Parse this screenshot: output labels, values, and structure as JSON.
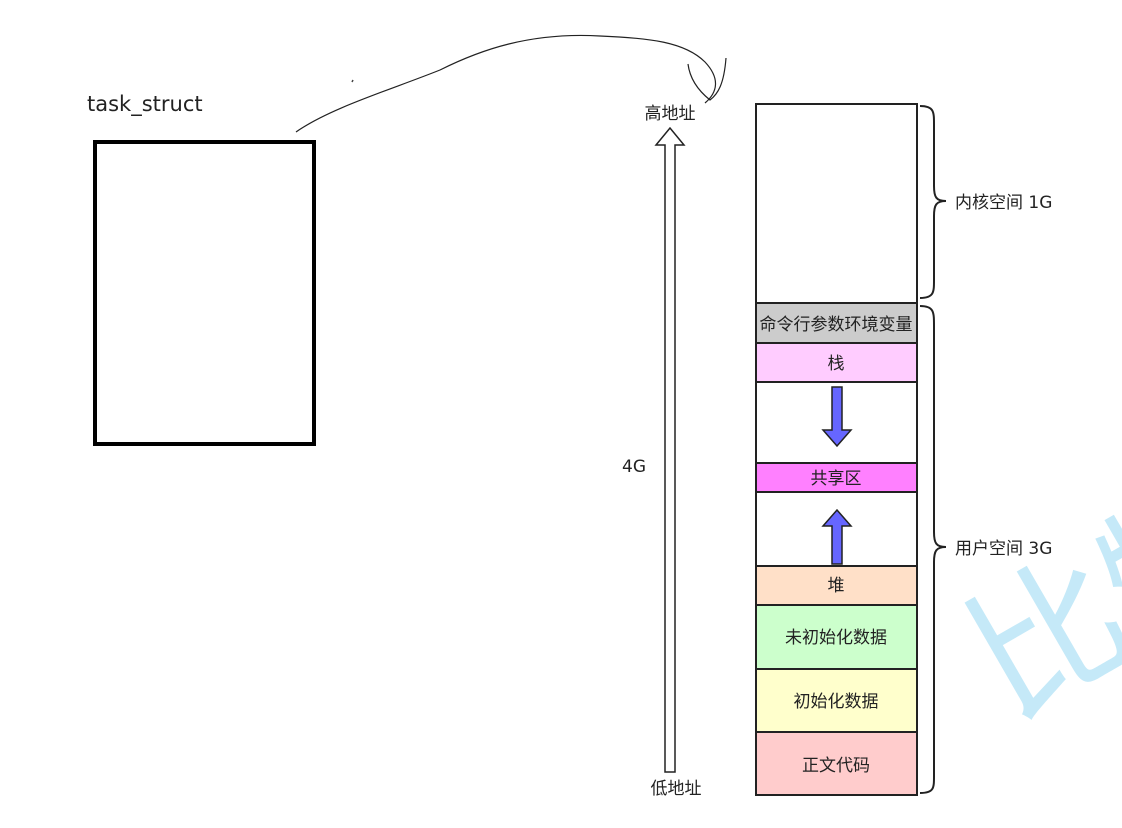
{
  "task_struct_label": "task_struct",
  "axis": {
    "high_label": "高地址",
    "low_label": "低地址",
    "size_label": "4G"
  },
  "segments": [
    {
      "label": "",
      "color": "#ffffff"
    },
    {
      "label": "命令行参数环境变量",
      "color": "#cccccc"
    },
    {
      "label": "栈",
      "color": "#ffccff"
    },
    {
      "label": "",
      "color": "#ffffff"
    },
    {
      "label": "共享区",
      "color": "#ff80ff"
    },
    {
      "label": "",
      "color": "#ffffff"
    },
    {
      "label": "堆",
      "color": "#ffe0c8"
    },
    {
      "label": "未初始化数据",
      "color": "#ccffcc"
    },
    {
      "label": "初始化数据",
      "color": "#ffffcc"
    },
    {
      "label": "正文代码",
      "color": "#ffcccc"
    }
  ],
  "braces": {
    "kernel_label": "内核空间 1G",
    "user_label": "用户空间 3G"
  },
  "arrow_color": "#6666ff",
  "watermark": "比特就业课",
  "watermark_color": "#7fd0f0"
}
